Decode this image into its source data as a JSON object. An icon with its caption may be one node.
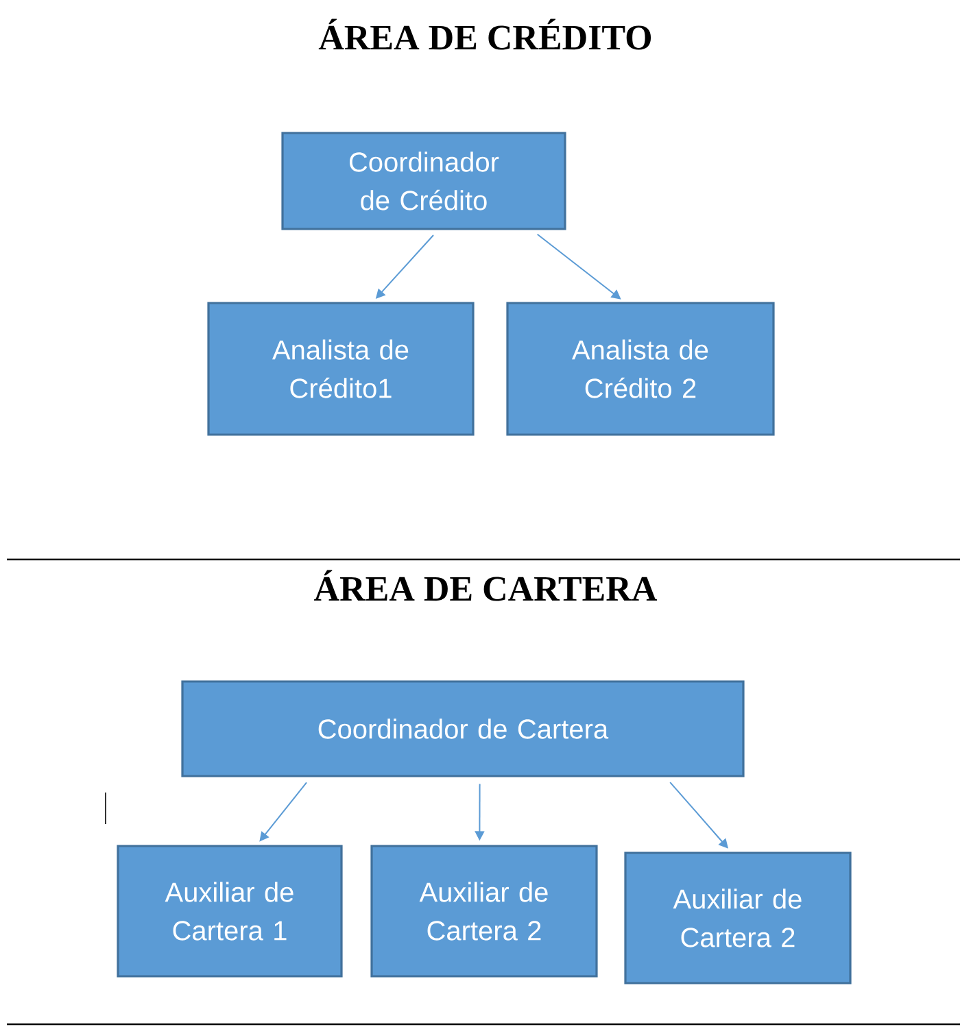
{
  "diagram": {
    "title": "ÁREA DE CRÉDITO",
    "nodes": [
      {
        "text": [
          "Coordinador de Crédito"
        ]
      },
      {
        "text": [
          "Analista de Crédito1"
        ]
      },
      {
        "text": [
          "Analista de Crédito 2"
        ]
      },
      {
        "text": [
          "Coordinador de Cartera"
        ]
      },
      {
        "text": [
          "Auxiliar de Cartera 1"
        ]
      },
      {
        "text": [
          "Auxiliar de Cartera 2"
        ]
      },
      {
        "text": [
          "Auxiliar de Cartera 2"
        ]
      }
    ],
    "edges": [
      {
        "from": 0,
        "to": 1,
        "arrow": "to"
      },
      {
        "from": 0,
        "to": 2,
        "arrow": "to"
      },
      {
        "from": 3,
        "to": 4,
        "arrow": "to"
      },
      {
        "from": 3,
        "to": 5,
        "arrow": "to"
      },
      {
        "from": 3,
        "to": 6,
        "arrow": "to"
      }
    ],
    "labels": [
      "ÁREA DE CARTERA"
    ]
  }
}
